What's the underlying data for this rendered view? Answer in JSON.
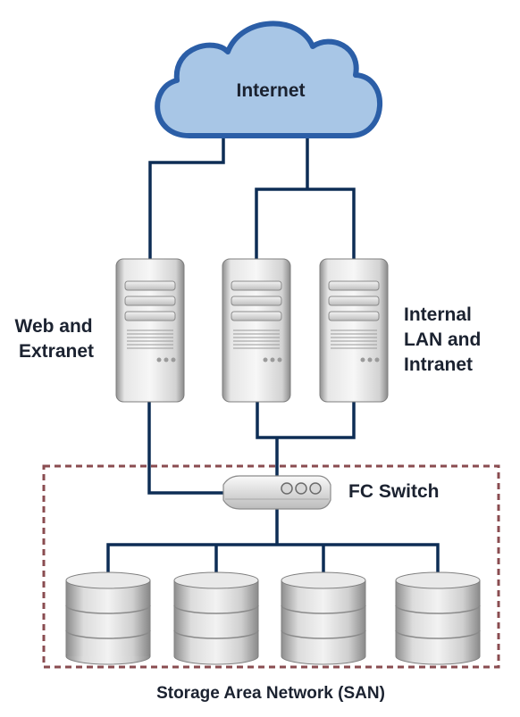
{
  "cloud": {
    "label": "Internet"
  },
  "groups": {
    "web": {
      "line1": "Web and",
      "line2": "Extranet"
    },
    "internal": {
      "line1": "Internal",
      "line2": "LAN and",
      "line3": "Intranet"
    }
  },
  "switch": {
    "label": "FC Switch"
  },
  "san": {
    "label": "Storage Area Network (SAN)"
  },
  "colors": {
    "link": "#0d2d55",
    "cloud_fill": "#a8c6e6",
    "cloud_stroke": "#2b5ea7",
    "san_border": "#8a4c50",
    "text": "#1b2230"
  }
}
